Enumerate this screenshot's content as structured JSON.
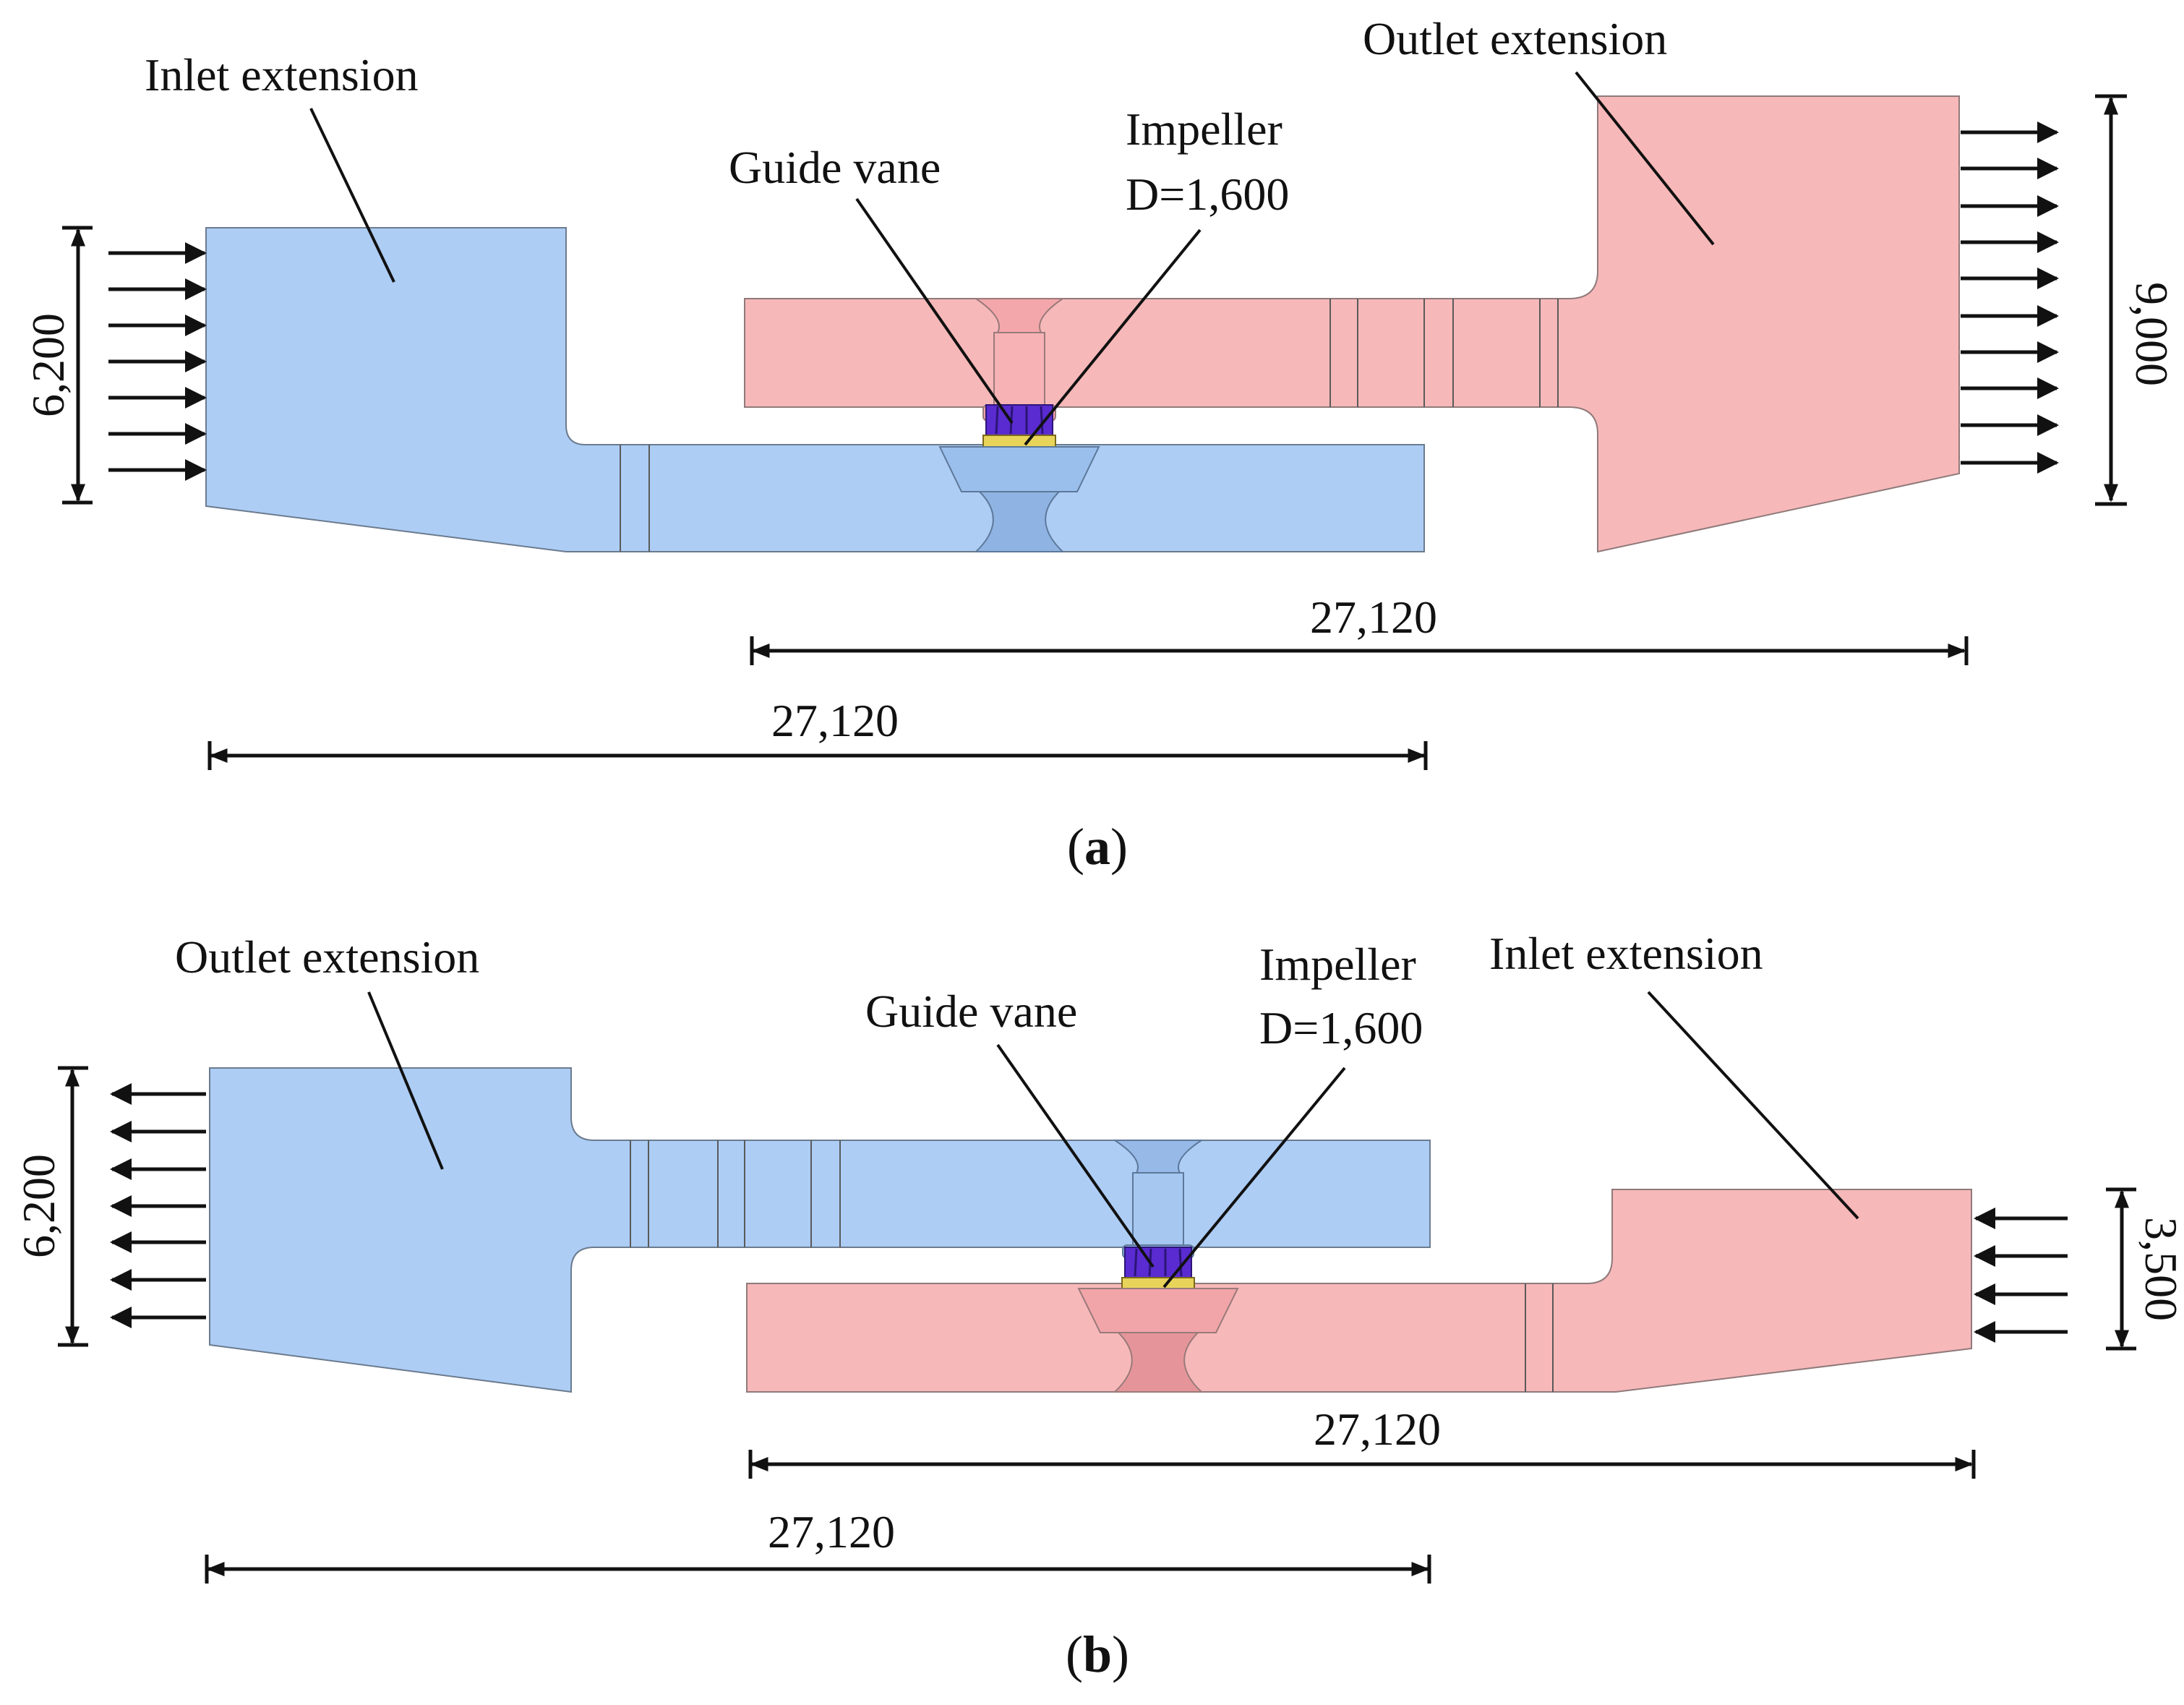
{
  "panel_a": {
    "caption": "(a)",
    "caption_letter": "a",
    "labels": {
      "inlet": "Inlet extension",
      "outlet": "Outlet extension",
      "guide_vane": "Guide vane",
      "impeller_line1": "Impeller",
      "impeller_line2": "D=1,600"
    },
    "dims": {
      "inlet_height": "6,200",
      "outlet_height": "9,000",
      "upper_length": "27,120",
      "lower_length": "27,120"
    }
  },
  "panel_b": {
    "caption": "(b)",
    "caption_letter": "b",
    "labels": {
      "outlet": "Outlet extension",
      "inlet": "Inlet extension",
      "guide_vane": "Guide vane",
      "impeller_line1": "Impeller",
      "impeller_line2": "D=1,600"
    },
    "dims": {
      "outlet_height": "6,200",
      "inlet_height": "3,500",
      "upper_length": "27,120",
      "lower_length": "27,120"
    }
  },
  "colors": {
    "inlet_side_fill": "#adcdf5",
    "outlet_side_fill": "#f7b8b9",
    "impeller": "#5a2bd1",
    "guide_vane_ring": "#e8d45a"
  },
  "icons": {
    "flow_arrow": "right-arrow / left-arrow",
    "dimension_arrow": "double-headed-arrow"
  }
}
